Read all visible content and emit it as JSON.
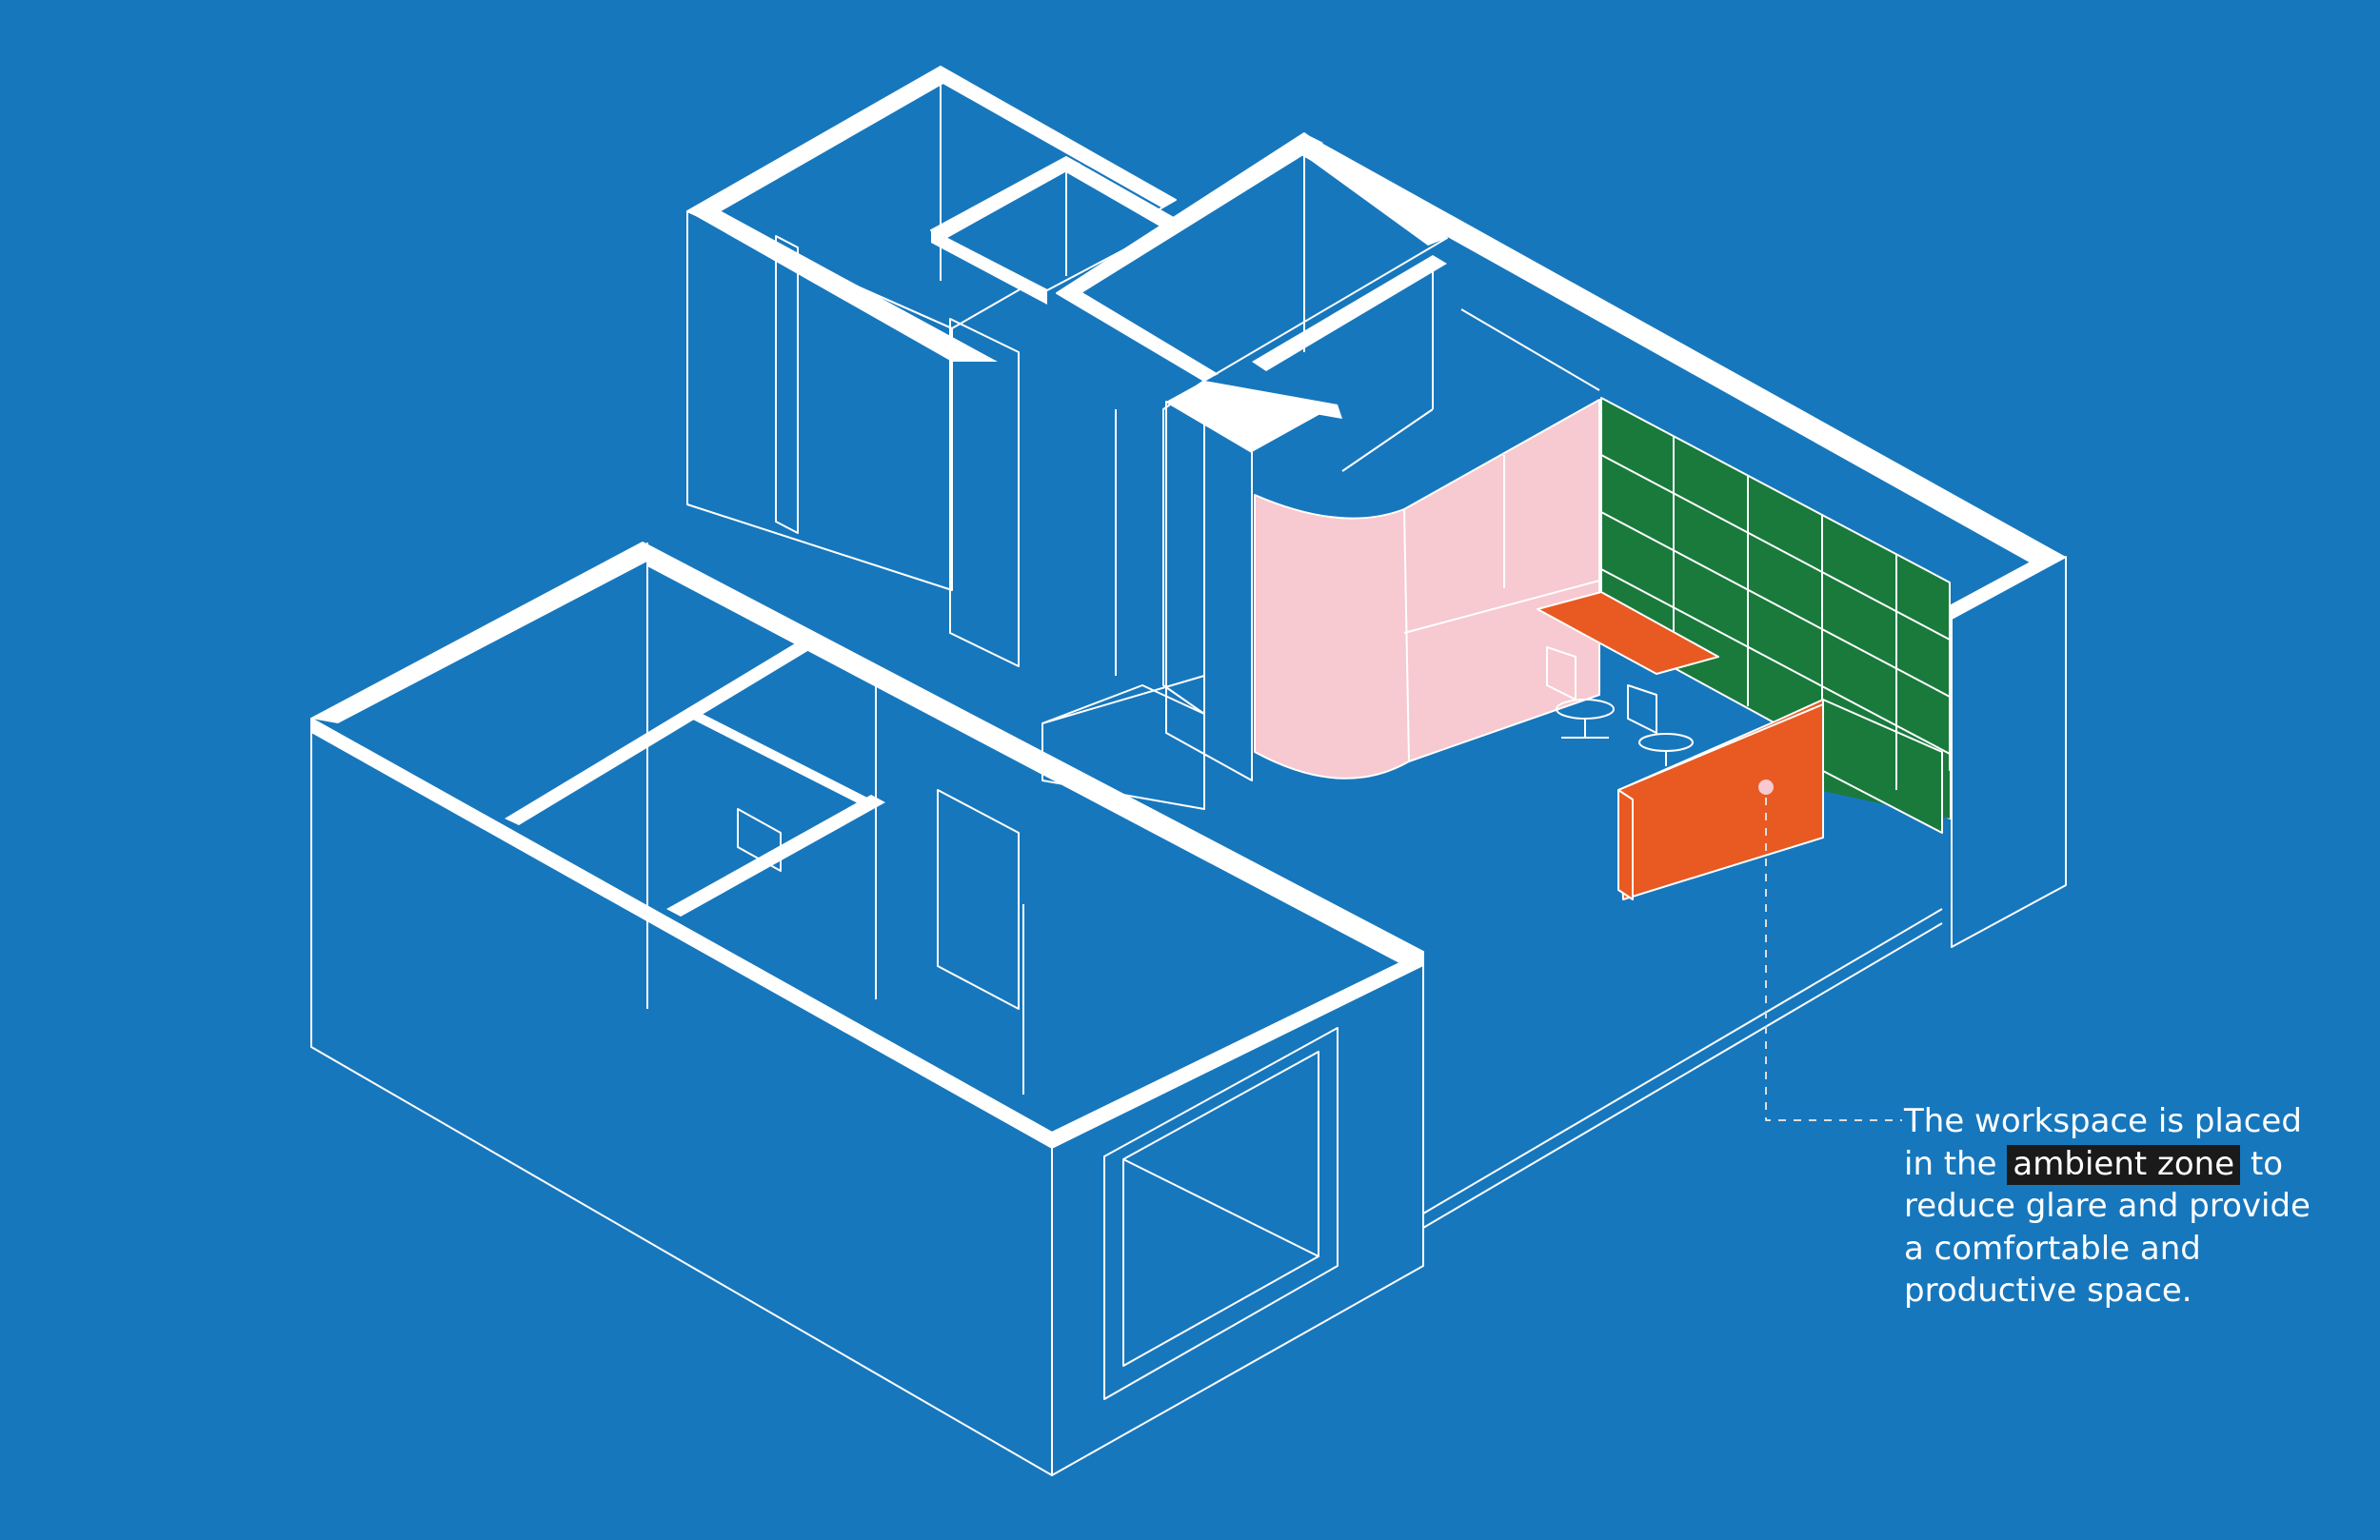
{
  "caption": {
    "line1": "The workspace is placed",
    "line2_before": "in the ",
    "line2_highlight": "ambient zone",
    "line2_after": " to",
    "line3": "reduce glare and provide",
    "line4": "a comfortable and",
    "line5": "productive space."
  },
  "colors": {
    "background": "#1777bd",
    "walls": "#ffffff",
    "curved_partition": "#f7c9d0",
    "bookshelf": "#197a3c",
    "desk": "#e85a21",
    "highlight_bg": "#1a1a1a"
  }
}
